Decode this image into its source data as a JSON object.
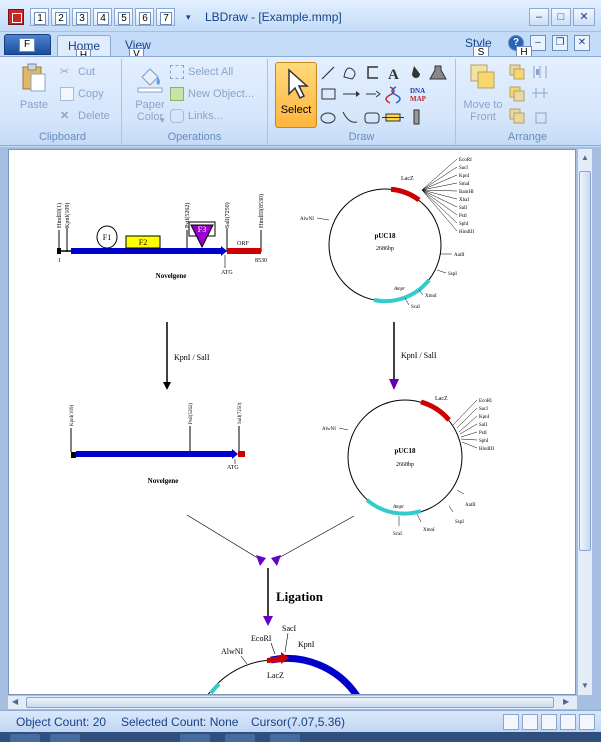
{
  "window": {
    "title": "LBDraw - [Example.mmp]",
    "minimize": "–",
    "maximize": "□",
    "close": "✕"
  },
  "qat": {
    "keytips": [
      "1",
      "2",
      "3",
      "4",
      "5",
      "6",
      "7"
    ],
    "dropdown": "▾"
  },
  "ribbon_tabs": {
    "file_keytip": "F",
    "home_label": "Home",
    "home_keytip": "H",
    "view_label": "View",
    "view_keytip": "V",
    "style_label": "Style",
    "style_keytip": "S",
    "help_keytip": "H",
    "help_icon": "?"
  },
  "ribbon": {
    "clipboard": {
      "label": "Clipboard",
      "paste": "Paste",
      "cut": "Cut",
      "copy": "Copy",
      "delete": "Delete"
    },
    "operations": {
      "label": "Operations",
      "paper_color": "Paper Color",
      "paper_color_arrow": "▾",
      "select_all": "Select All",
      "new_object": "New Object...",
      "links": "Links..."
    },
    "draw": {
      "label": "Draw",
      "select": "Select",
      "tool_icons": [
        "line-icon",
        "freeform-icon",
        "bracket-icon",
        "text-A-icon",
        "color-drop-icon",
        "flask-icon",
        "rectangle-icon",
        "arrow-icon",
        "double-arrow-icon",
        "dna-helix-icon",
        "dna-map-icon",
        "ellipse-icon",
        "curve-icon",
        "rounded-rect-icon",
        "plasmid-gene-icon",
        "bar-icon"
      ],
      "dna_label": "DNA",
      "map_label": "MAP"
    },
    "arrange": {
      "label": "Arrange",
      "move_to_front": "Move to Front"
    }
  },
  "diagram": {
    "top_linear": {
      "sites": [
        "HindIII(1)",
        "KpnI(109)",
        "PstI(5262)",
        "SalI(7250)",
        "HindIII(8530)"
      ],
      "features": [
        "F1",
        "F2",
        "F3"
      ],
      "orf": "ORF",
      "start": "1",
      "end": "8530",
      "atg": "ATG",
      "name": "Novelgene"
    },
    "top_plasmid": {
      "name": "pUC18",
      "size": "2686bp",
      "lacz": "LacZ",
      "mcs": [
        "EcoRI",
        "SacI",
        "KpnI",
        "SmaI",
        "BamHI",
        "XbaI",
        "SalI",
        "PstI",
        "SphI",
        "HindIII"
      ],
      "alwni": "AlwNI",
      "aatii": "AatII",
      "sspi": "SspI",
      "xmni": "XmnI",
      "scai": "ScaI",
      "amp": "Ampr"
    },
    "digest_label": "KpnI / SalI",
    "mid_linear": {
      "sites": [
        "KpnI(109)",
        "PstI(5262)",
        "SalI(7250)"
      ],
      "atg": "ATG",
      "name": "Novelgene"
    },
    "mid_plasmid": {
      "name": "pUC18",
      "size": "2668bp",
      "lacz": "LacZ",
      "mcs": [
        "EcoRI",
        "SacI",
        "KpnI",
        "SalI",
        "PstI",
        "SphI",
        "HindIII"
      ],
      "alwni": "AlwNI",
      "aatii": "AatII",
      "sspi": "SspI",
      "xmni": "XmnI",
      "scai": "ScaI",
      "amp": "Ampr"
    },
    "ligation": "Ligation",
    "bottom_plasmid": {
      "ecori": "EcoRI",
      "saci": "SacI",
      "kpni": "KpnI",
      "alwni": "AlwNI",
      "lacz": "LacZ"
    }
  },
  "status": {
    "object_count": "Object Count: 20",
    "selected_count": "Selected Count: None",
    "cursor": "Cursor(7.07,5.36)"
  },
  "colors": {
    "ribbon_bg": "#d5e6fb",
    "accent_select": "#ffc65a",
    "gene_blue": "#0000cc",
    "orf_red": "#cc0000",
    "feature_yellow": "#ffff00",
    "f3_purple": "#9900cc",
    "amp_cyan": "#33cccc"
  }
}
